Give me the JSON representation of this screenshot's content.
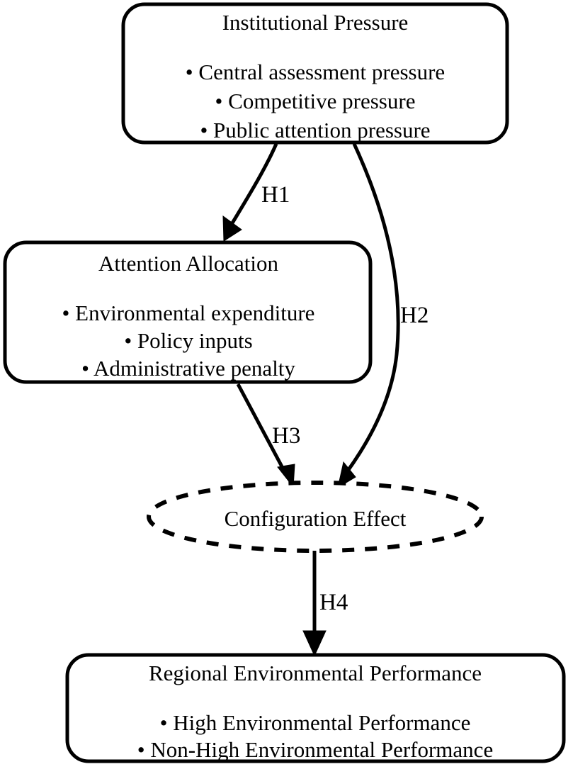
{
  "diagram": {
    "type": "conceptual-framework-flowchart",
    "background_color": "#ffffff",
    "line_color": "#000000",
    "nodes": [
      {
        "id": "institutional-pressure",
        "shape": "rounded-rectangle",
        "border": "solid",
        "title": "Institutional Pressure",
        "items": [
          "• Central assessment pressure",
          "• Competitive pressure",
          "• Public attention pressure"
        ]
      },
      {
        "id": "attention-allocation",
        "shape": "rounded-rectangle",
        "border": "solid",
        "title": "Attention Allocation",
        "items": [
          "• Environmental expenditure",
          "• Policy inputs",
          "• Administrative penalty"
        ]
      },
      {
        "id": "configuration-effect",
        "shape": "ellipse",
        "border": "dashed",
        "title": "Configuration Effect",
        "items": []
      },
      {
        "id": "regional-environmental-performance",
        "shape": "rounded-rectangle",
        "border": "solid",
        "title": "Regional Environmental Performance",
        "items": [
          "• High Environmental Performance",
          "• Non-High Environmental Performance"
        ]
      }
    ],
    "edges": [
      {
        "id": "h1",
        "label": "H1",
        "from": "institutional-pressure",
        "to": "attention-allocation",
        "style": "solid-arrow"
      },
      {
        "id": "h2",
        "label": "H2",
        "from": "institutional-pressure",
        "to": "configuration-effect",
        "style": "solid-arrow"
      },
      {
        "id": "h3",
        "label": "H3",
        "from": "attention-allocation",
        "to": "configuration-effect",
        "style": "solid-arrow"
      },
      {
        "id": "h4",
        "label": "H4",
        "from": "configuration-effect",
        "to": "regional-environmental-performance",
        "style": "solid-arrow"
      }
    ]
  }
}
